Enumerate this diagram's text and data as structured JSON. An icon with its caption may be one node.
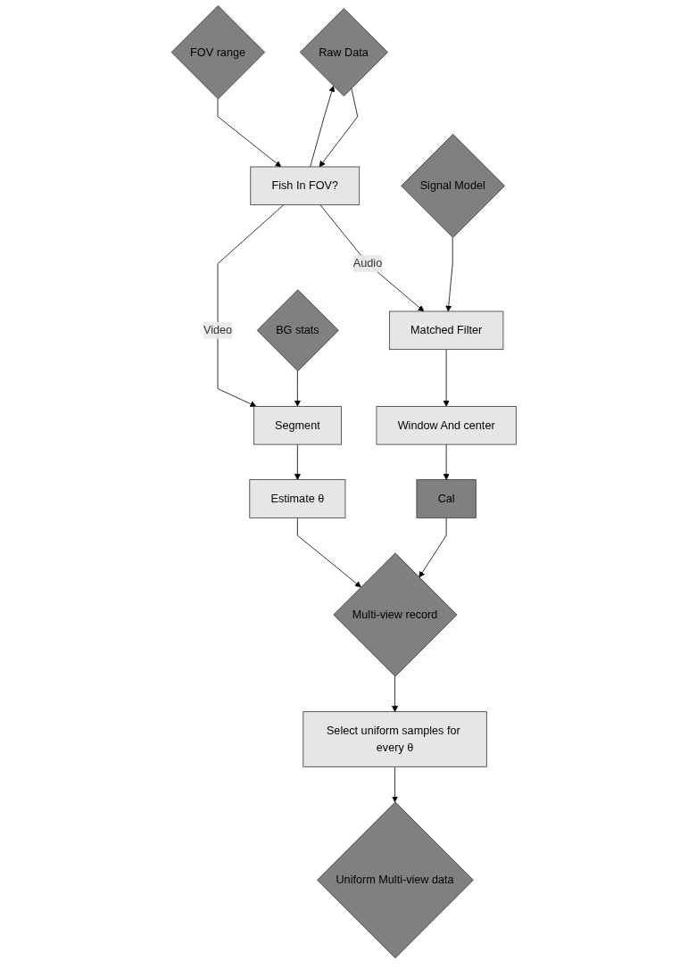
{
  "diagram": {
    "nodes": [
      {
        "text": [
          "Raw Data"
        ]
      },
      {
        "text": [
          "Fish In FOV?"
        ]
      },
      {
        "text": [
          "FOV range"
        ]
      },
      {
        "text": [
          "Signal Model"
        ]
      },
      {
        "text": [
          "Matched Filter"
        ]
      },
      {
        "text": [
          "Segment"
        ]
      },
      {
        "text": [
          "BG stats"
        ]
      },
      {
        "text": [
          "Cal"
        ]
      },
      {
        "text": [
          "Window And center"
        ]
      },
      {
        "text": [
          "Estimate θ"
        ]
      },
      {
        "text": [
          "Multi-view record"
        ]
      },
      {
        "text": [
          "Select uniform samples for every θ"
        ]
      },
      {
        "text": [
          "Uniform Multi-view data"
        ]
      }
    ],
    "edges": [
      {
        "from": 0,
        "to": 1,
        "arrow": "to"
      },
      {
        "from": 1,
        "to": 0,
        "arrow": "to"
      },
      {
        "from": 2,
        "to": 1,
        "arrow": "to"
      },
      {
        "from": 1,
        "to": 4,
        "arrow": "to",
        "label": "Audio"
      },
      {
        "from": 1,
        "to": 5,
        "arrow": "to",
        "label": "Video"
      },
      {
        "from": 3,
        "to": 4,
        "arrow": "to"
      },
      {
        "from": 6,
        "to": 5,
        "arrow": "to"
      },
      {
        "from": 4,
        "to": 8,
        "arrow": "to"
      },
      {
        "from": 8,
        "to": 7,
        "arrow": "to"
      },
      {
        "from": 5,
        "to": 9,
        "arrow": "to"
      },
      {
        "from": 9,
        "to": 10,
        "arrow": "to"
      },
      {
        "from": 7,
        "to": 10,
        "arrow": "to"
      },
      {
        "from": 10,
        "to": 11,
        "arrow": "to"
      },
      {
        "from": 11,
        "to": 12,
        "arrow": "to"
      }
    ]
  }
}
